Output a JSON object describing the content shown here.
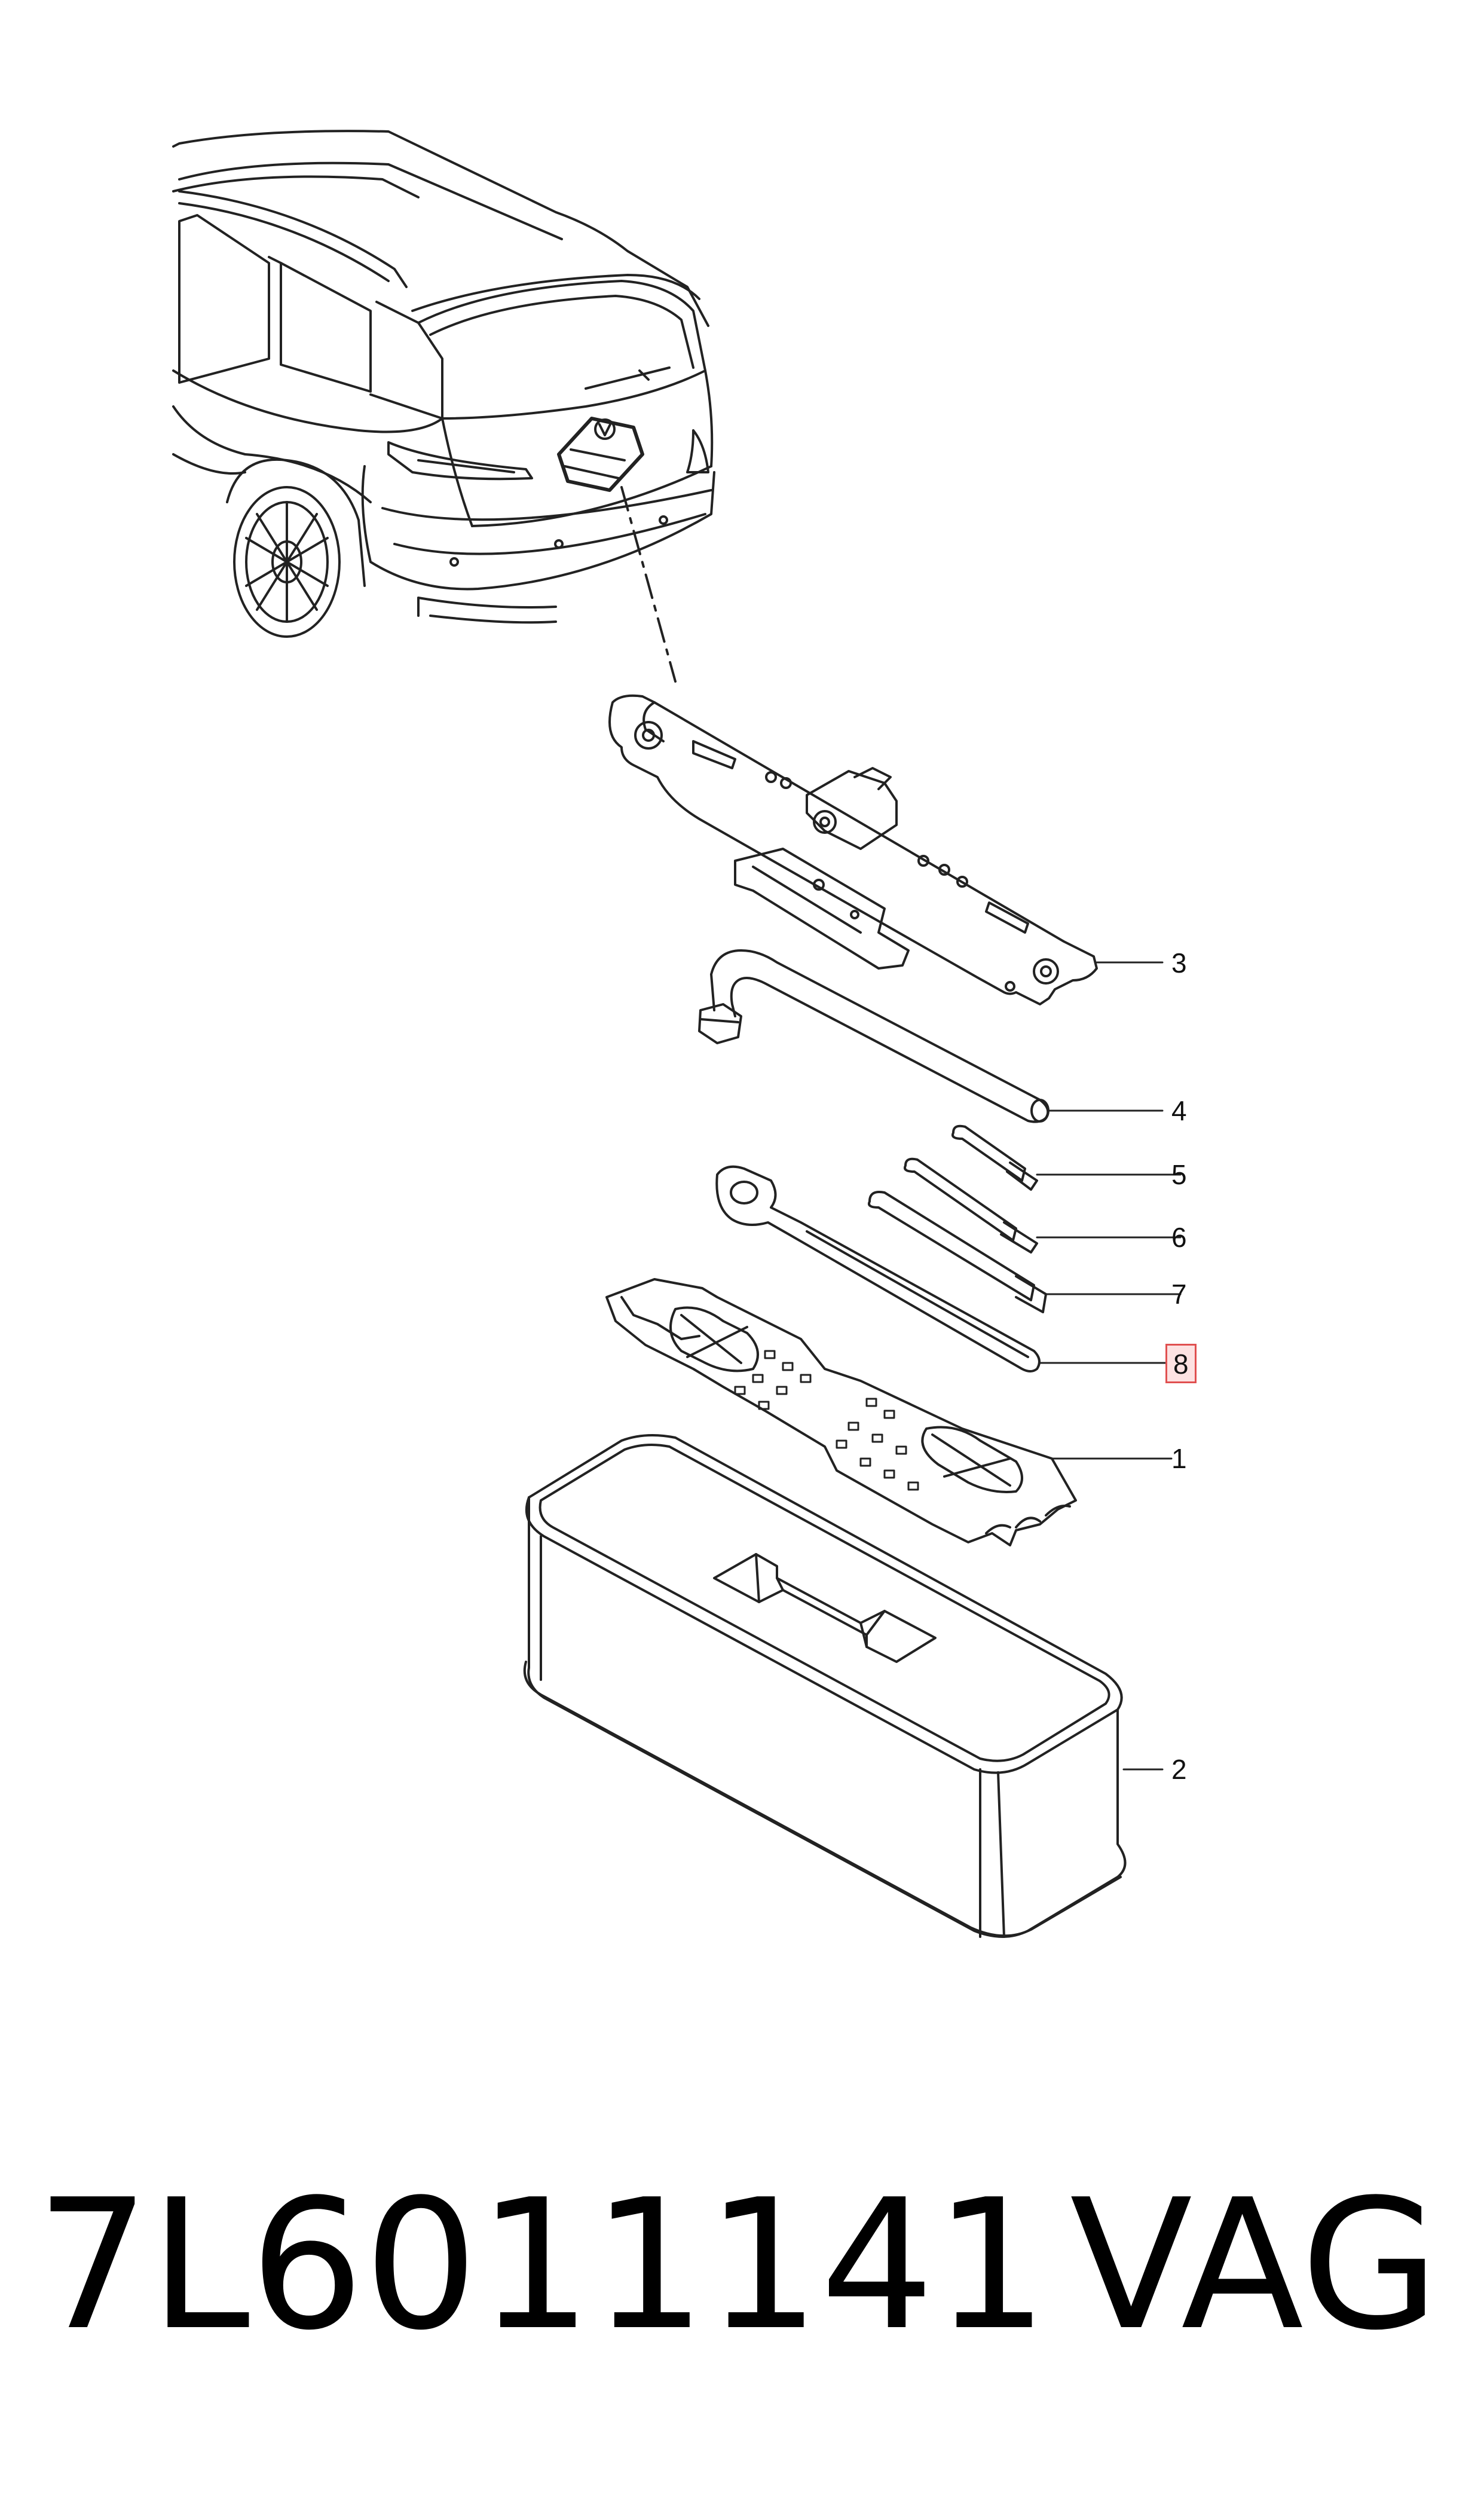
{
  "diagram": {
    "callouts": [
      {
        "id": "c2",
        "label": "2"
      },
      {
        "id": "c3",
        "label": "3"
      },
      {
        "id": "c4",
        "label": "4"
      },
      {
        "id": "c5",
        "label": "5"
      },
      {
        "id": "c6",
        "label": "6"
      },
      {
        "id": "c7",
        "label": "7",
        "highlighted": true
      },
      {
        "id": "c8",
        "label": "8"
      },
      {
        "id": "c1",
        "label": "1"
      }
    ],
    "highlight_color": "#e05050"
  },
  "caption": {
    "part_number": "7L6011141",
    "brand": "VAG"
  }
}
